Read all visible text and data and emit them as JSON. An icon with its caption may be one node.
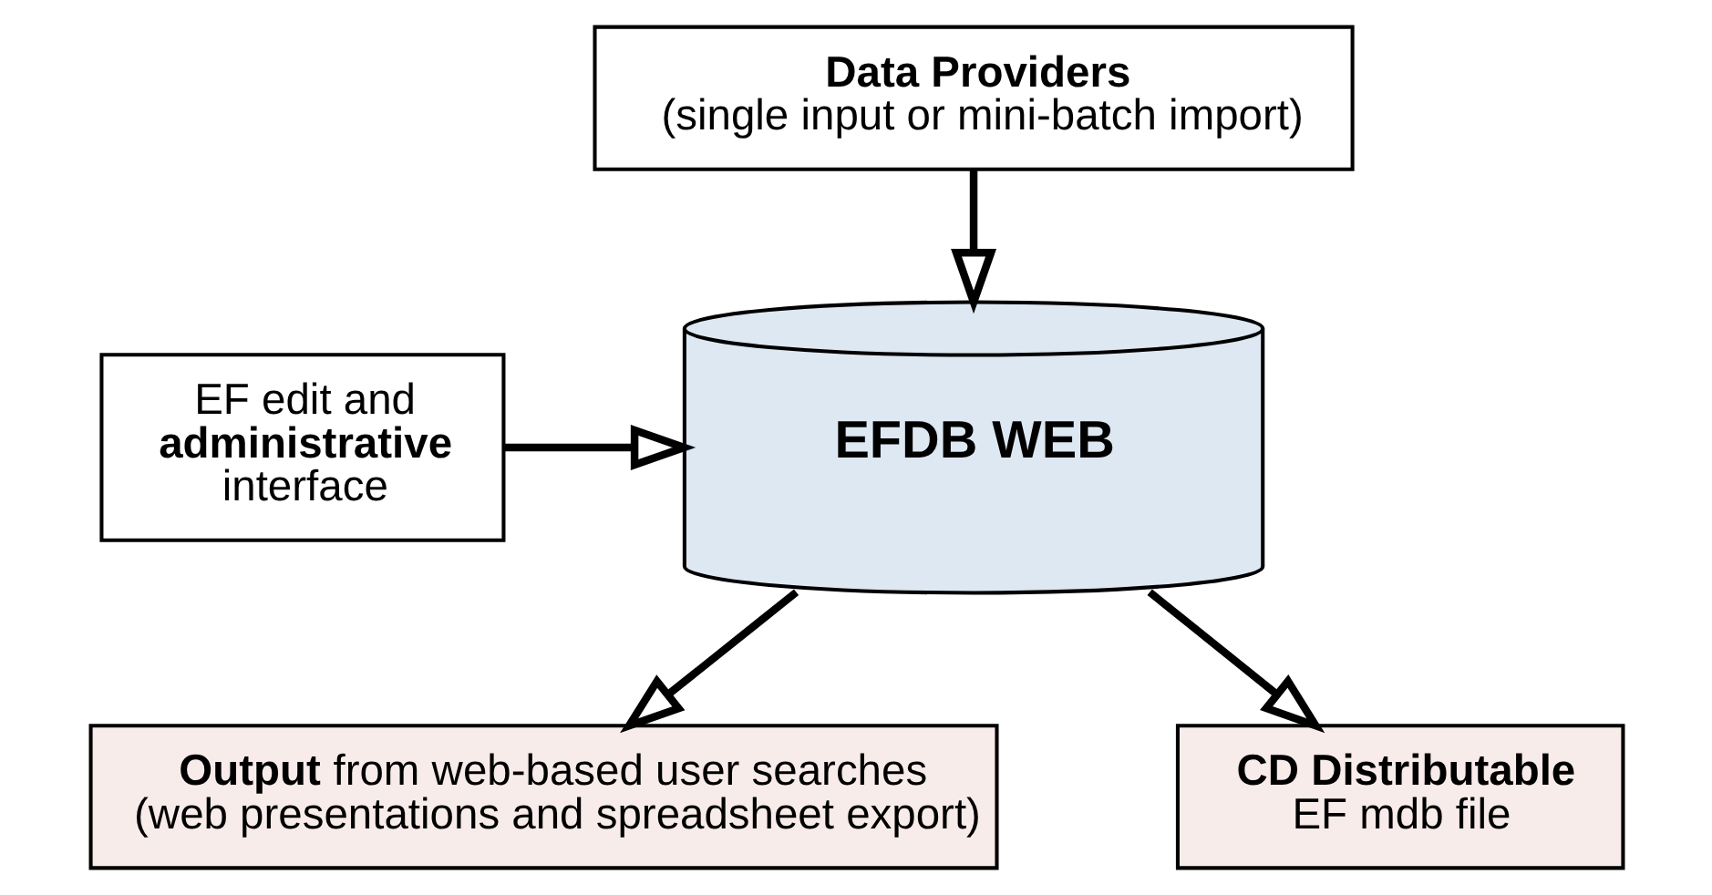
{
  "diagram": {
    "nodes": [
      {
        "text": [
          "**Data Providers**",
          "(single input or mini-batch import)"
        ]
      },
      {
        "text": [
          "EF edit and **administrative** interface"
        ]
      },
      {
        "text": [
          "**EFDB WEB**"
        ]
      },
      {
        "text": [
          "**Output** from web-based user searches (web presentations and spreadsheet export)"
        ]
      },
      {
        "text": [
          "**CD Distributable** EF mdb file"
        ]
      }
    ],
    "edges": [
      {
        "from": 0,
        "to": 2,
        "arrow": "to"
      },
      {
        "from": 1,
        "to": 2,
        "arrow": "to"
      },
      {
        "from": 2,
        "to": 3,
        "arrow": "to"
      },
      {
        "from": 2,
        "to": 4,
        "arrow": "to"
      }
    ]
  }
}
